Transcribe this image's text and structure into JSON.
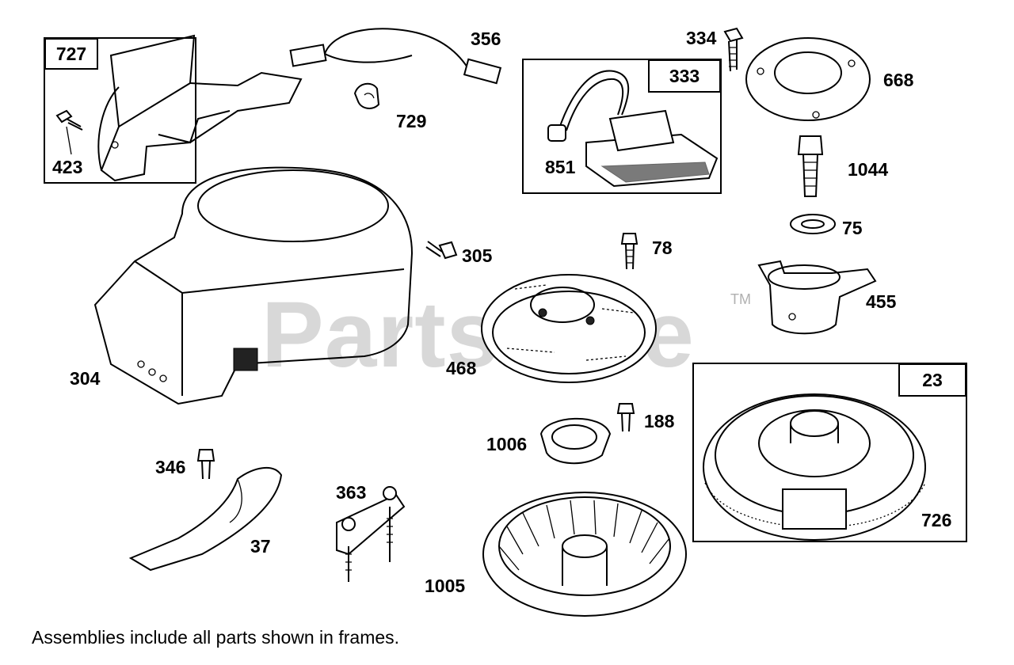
{
  "watermark": {
    "text": "PartsTree",
    "tm": "TM"
  },
  "caption": "Assemblies include all parts shown in frames.",
  "frames": [
    {
      "id": "727",
      "label": "727"
    },
    {
      "id": "333",
      "label": "333"
    },
    {
      "id": "23",
      "label": "23"
    }
  ],
  "parts": [
    {
      "id": "423",
      "label": "423",
      "name": "bolt"
    },
    {
      "id": "356",
      "label": "356",
      "name": "ground-wire"
    },
    {
      "id": "729",
      "label": "729",
      "name": "grommet"
    },
    {
      "id": "851",
      "label": "851",
      "name": "spark-plug-connector"
    },
    {
      "id": "334",
      "label": "334",
      "name": "screw"
    },
    {
      "id": "668",
      "label": "668",
      "name": "rotating-screen-plate"
    },
    {
      "id": "1044",
      "label": "1044",
      "name": "flywheel-nut-adapter"
    },
    {
      "id": "75",
      "label": "75",
      "name": "washer"
    },
    {
      "id": "455",
      "label": "455",
      "name": "starter-cup"
    },
    {
      "id": "305",
      "label": "305",
      "name": "screw"
    },
    {
      "id": "78",
      "label": "78",
      "name": "screw"
    },
    {
      "id": "304",
      "label": "304",
      "name": "blower-housing"
    },
    {
      "id": "468",
      "label": "468",
      "name": "rotating-screen"
    },
    {
      "id": "188",
      "label": "188",
      "name": "screw"
    },
    {
      "id": "1006",
      "label": "1006",
      "name": "fan-retainer"
    },
    {
      "id": "346",
      "label": "346",
      "name": "screw"
    },
    {
      "id": "363",
      "label": "363",
      "name": "bracket-assembly"
    },
    {
      "id": "37",
      "label": "37",
      "name": "air-guide"
    },
    {
      "id": "1005",
      "label": "1005",
      "name": "flywheel-fan"
    },
    {
      "id": "726",
      "label": "726",
      "name": "flywheel-ring-gear"
    }
  ]
}
